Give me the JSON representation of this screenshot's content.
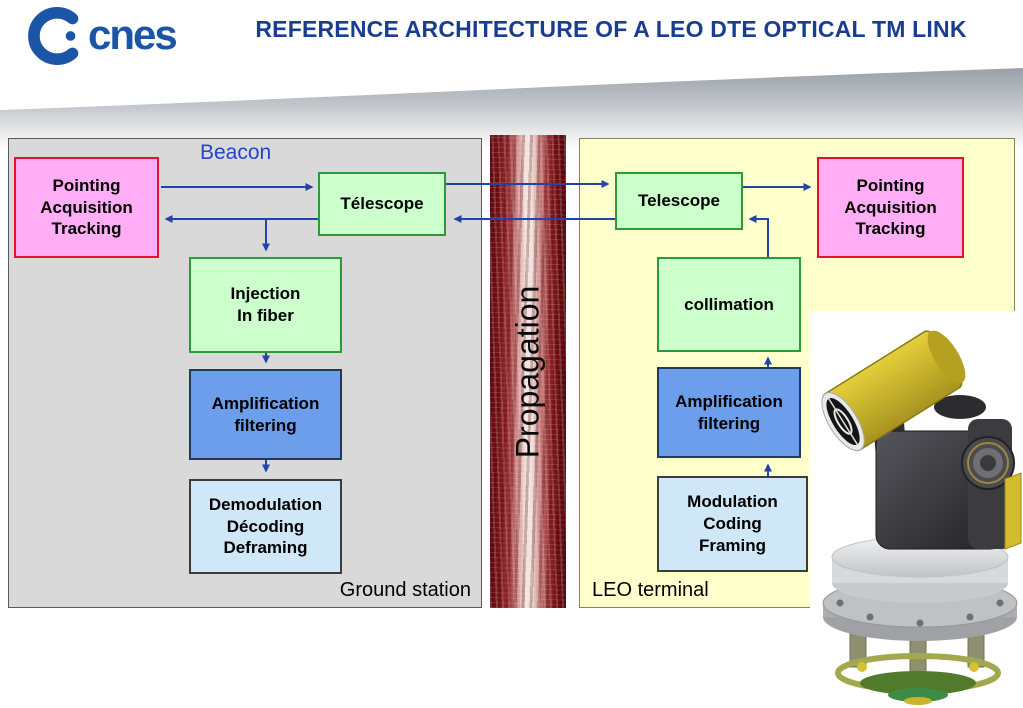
{
  "header": {
    "logo_text": "cnes",
    "title": "REFERENCE ARCHITECTURE OF A LEO DTE OPTICAL TM LINK"
  },
  "diagram": {
    "beacon_label": "Beacon",
    "propagation_label": "Propagation",
    "ground": {
      "label": "Ground station",
      "pat": "Pointing\nAcquisition\nTracking",
      "telescope": "Télescope",
      "injection": "Injection\nIn fiber",
      "amplification": "Amplification\nfiltering",
      "demodulation": "Demodulation\nDécoding\nDeframing"
    },
    "leo": {
      "label": "LEO terminal",
      "telescope": "Telescope",
      "pat": "Pointing\nAcquisition\nTracking",
      "collimation": "collimation",
      "amplification": "Amplification\nfiltering",
      "modulation": "Modulation\nCoding\nFraming"
    }
  },
  "icons": {
    "logo": "cnes-logo",
    "figure": "leo-optical-terminal-3d-render"
  },
  "colors": {
    "title_blue": "#1b3d91",
    "arrow_blue": "#2344a5",
    "cnes_blue": "#1a55a8",
    "ground_panel_bg": "#d9d9d9",
    "leo_panel_bg": "#ffffcc",
    "pat_pink": "#ffadf4",
    "optics_green": "#ccffcc",
    "amplifier_blue": "#6d9eeb",
    "codec_lightblue": "#cfe7f7",
    "propagation_red": "#7a1215"
  }
}
